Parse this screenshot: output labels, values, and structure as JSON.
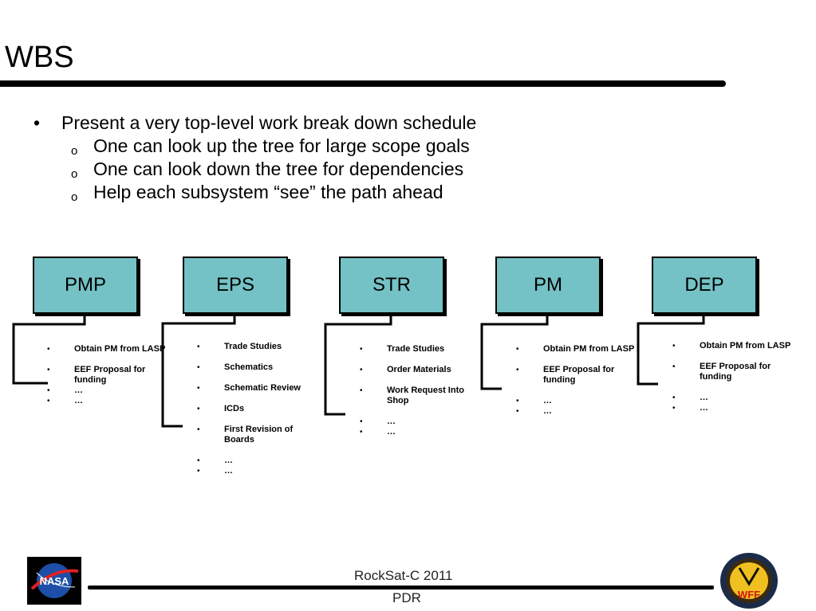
{
  "slide": {
    "title": "WBS",
    "bullets": [
      "Present a very top-level work break down schedule",
      "One can look up the tree for large scope goals",
      "One can look down the tree for dependencies",
      "Help each subsystem “see” the path ahead"
    ]
  },
  "markers": {
    "bullet": "•",
    "sub": "o"
  },
  "columns": [
    {
      "label": "PMP",
      "items": [
        "Obtain PM from LASP",
        "EEF Proposal for funding",
        "…",
        "…"
      ]
    },
    {
      "label": "EPS",
      "items": [
        "Trade Studies",
        "Schematics",
        "Schematic Review",
        "ICDs",
        "First Revision of Boards",
        "…",
        "…"
      ]
    },
    {
      "label": "STR",
      "items": [
        "Trade Studies",
        "Order Materials",
        "Work Request Into Shop",
        "…",
        "…"
      ]
    },
    {
      "label": "PM",
      "items": [
        "Obtain PM from LASP",
        "EEF Proposal for funding",
        "…",
        "…"
      ]
    },
    {
      "label": "DEP",
      "items": [
        "Obtain PM from LASP",
        "EEF Proposal for funding",
        "…",
        "…"
      ]
    }
  ],
  "footer": {
    "line1": "RockSat-C 2011",
    "line2": "PDR",
    "left_logo": "NASA",
    "right_logo": "WFF"
  },
  "colors": {
    "box_fill": "#74c2c6",
    "line": "#000000"
  }
}
